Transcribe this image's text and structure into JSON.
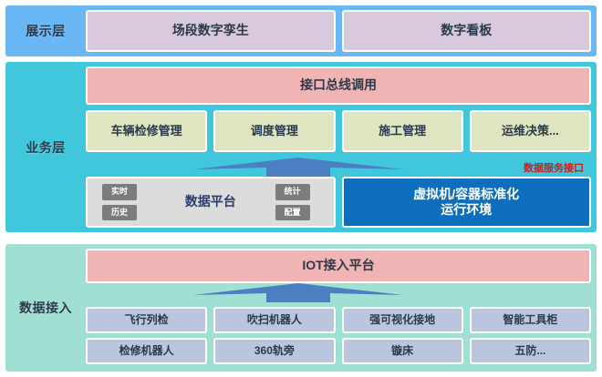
{
  "layers": {
    "display": {
      "label": "展示层",
      "boxes": [
        {
          "text": "场段数字孪生"
        },
        {
          "text": "数字看板"
        }
      ]
    },
    "business": {
      "label": "业务层",
      "bus": {
        "text": "接口总线调用"
      },
      "modules": [
        {
          "text": "车辆检修管理"
        },
        {
          "text": "调度管理"
        },
        {
          "text": "施工管理"
        },
        {
          "text": "运维决策..."
        }
      ],
      "api_interface_label": "数据服务接口",
      "platform": {
        "title": "数据平台",
        "tags_left": [
          "实时",
          "历史"
        ],
        "tags_right": [
          "统计",
          "配置"
        ]
      },
      "runtime": {
        "line1": "虚拟机/容器标准化",
        "line2": "运行环境"
      }
    },
    "data_access": {
      "label": "数据接入",
      "iot": {
        "text": "IOT接入平台"
      },
      "devices_row1": [
        {
          "text": "飞行列检"
        },
        {
          "text": "吹扫机器人"
        },
        {
          "text": "强可视化接地"
        },
        {
          "text": "智能工具柜"
        }
      ],
      "devices_row2": [
        {
          "text": "检修机器人"
        },
        {
          "text": "360轨旁"
        },
        {
          "text": "镟床"
        },
        {
          "text": "五防..."
        }
      ]
    }
  },
  "colors": {
    "display_band": "#6ab7f5",
    "business_band": "#41c7dc",
    "data_band": "#9fe0d2",
    "display_box": "#d9c9dd",
    "bus_box": "#f0b4b4",
    "module_box": "#dfe5c0",
    "platform_box": "#dcdcdc",
    "tag": "#7c7c7c",
    "vm_box": "#0d6ebe",
    "device_box": "#b9c6de",
    "api_text": "#d21f1f",
    "arrow": "#4a7fc1"
  }
}
